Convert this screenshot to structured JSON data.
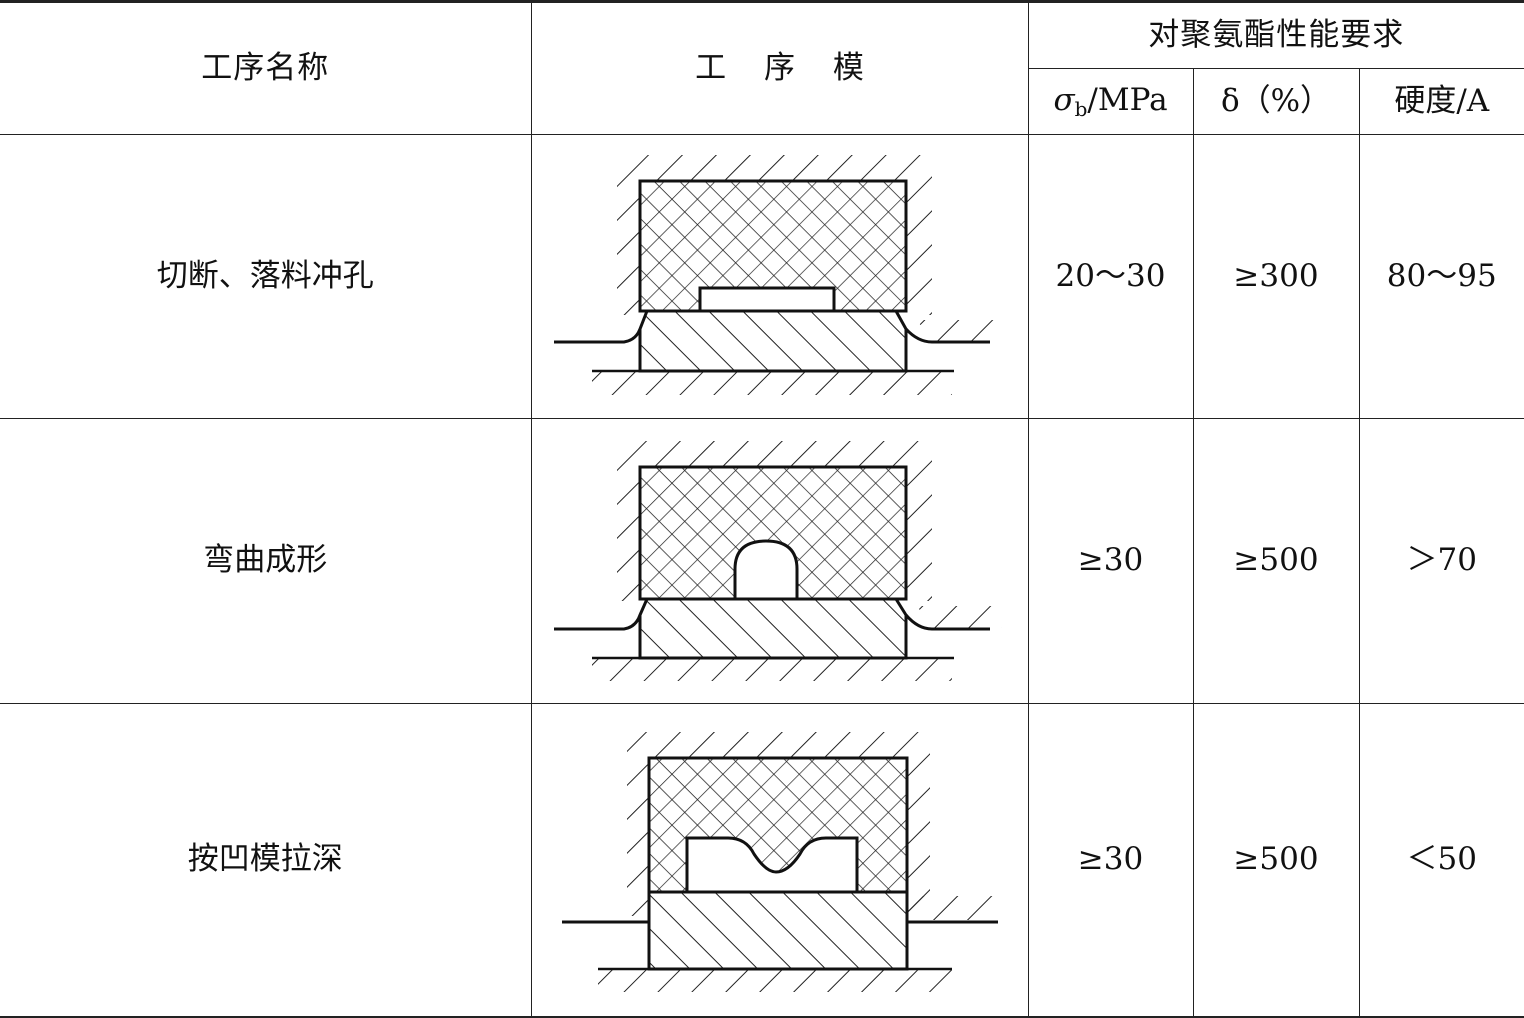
{
  "header": {
    "col_process": "工序名称",
    "col_die": "工 序 模",
    "col_requirements": "对聚氨酯性能要求",
    "sub_sigma_symbol": "σ",
    "sub_sigma_subscript": "b",
    "sub_sigma_unit": "/MPa",
    "sub_delta": "δ（%）",
    "sub_hardness": "硬度/A"
  },
  "rows": [
    {
      "process": "切断、落料冲孔",
      "sigma": "20～30",
      "delta": "≥300",
      "hardness": "80～95",
      "die_type": "blanking-die"
    },
    {
      "process": "弯曲成形",
      "sigma": "≥30",
      "delta": "≥500",
      "hardness": "＞70",
      "die_type": "bending-die"
    },
    {
      "process": "按凹模拉深",
      "sigma": "≥30",
      "delta": "≥500",
      "hardness": "＜50",
      "die_type": "deep-drawing-die"
    }
  ],
  "colors": {
    "ink": "#222222",
    "background": "#ffffff"
  }
}
